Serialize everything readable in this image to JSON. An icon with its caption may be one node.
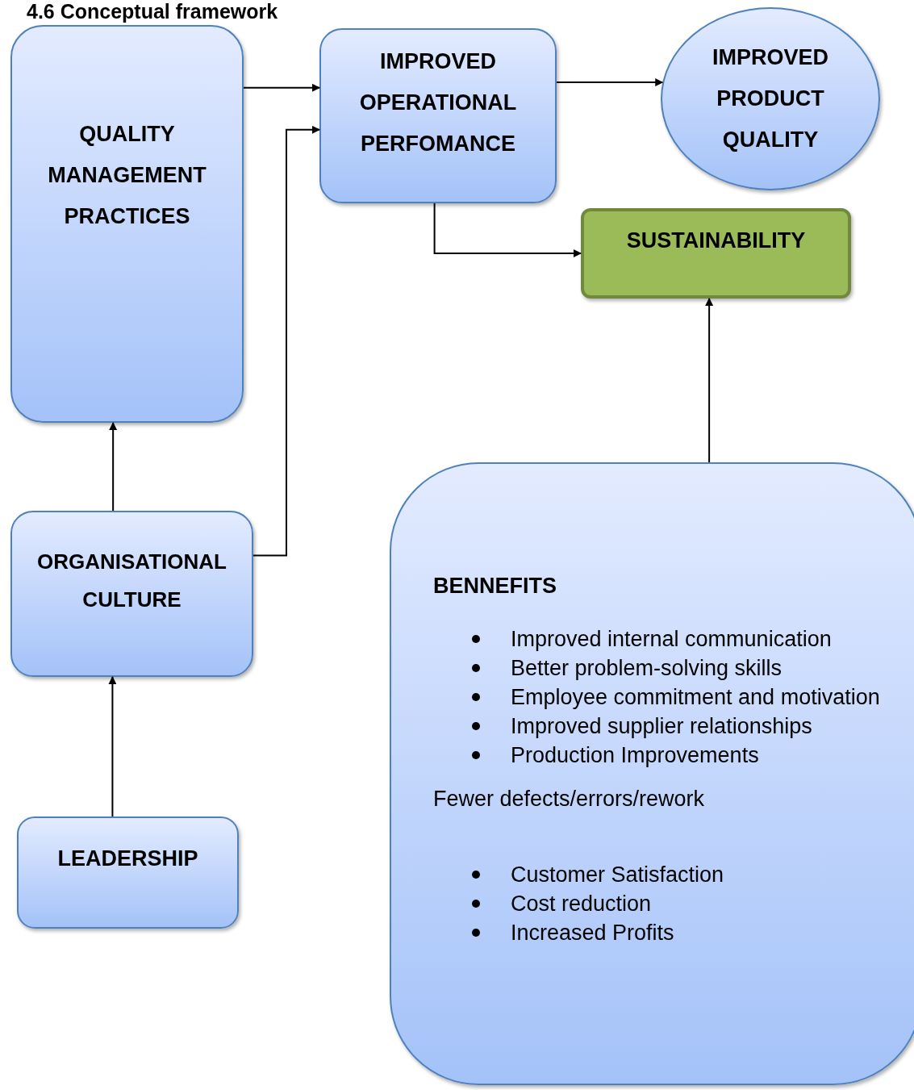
{
  "diagram": {
    "title": "4.6 Conceptual framework",
    "nodes": [
      {
        "text": [
          "QUALITY MANAGEMENT PRACTICES"
        ]
      },
      {
        "text": [
          "IMPROVED OPERATIONAL PERFOMANCE"
        ]
      },
      {
        "text": [
          "IMPROVED PRODUCT QUALITY"
        ]
      },
      {
        "text": [
          "SUSTAINABILITY"
        ]
      },
      {
        "text": [
          "ORGANISATIONAL CULTURE"
        ]
      },
      {
        "text": [
          "BENNEFITS",
          "Improved internal communication",
          "Better problem-solving skills",
          "Employee commitment and motivation",
          "Improved supplier relationships",
          "Production Improvements",
          "Fewer defects/errors/rework",
          "Customer Satisfaction",
          "Cost reduction",
          "Increased Profits"
        ]
      },
      {
        "text": [
          "LEADERSHIP"
        ]
      }
    ],
    "edges": [
      {
        "from": 0,
        "to": 1,
        "arrow": "to"
      },
      {
        "from": 4,
        "to": 1,
        "arrow": "to"
      },
      {
        "from": 1,
        "to": 2,
        "arrow": "to"
      },
      {
        "from": 1,
        "to": 3,
        "arrow": "to"
      },
      {
        "from": 4,
        "to": 0,
        "arrow": "to"
      },
      {
        "from": 6,
        "to": 4,
        "arrow": "to"
      },
      {
        "from": 5,
        "to": 3,
        "arrow": "to"
      }
    ]
  }
}
